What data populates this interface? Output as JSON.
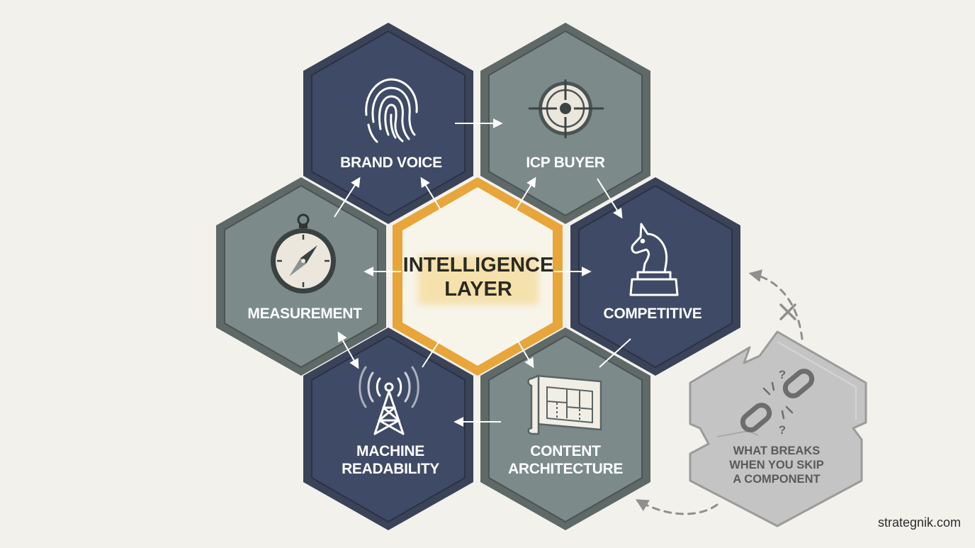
{
  "center": {
    "line1": "INTELLIGENCE",
    "line2": "LAYER"
  },
  "nodes": {
    "brand_voice": {
      "label": "BRAND VOICE",
      "icon": "fingerprint-icon"
    },
    "icp_buyer": {
      "label": "ICP BUYER",
      "icon": "target-crosshair-icon"
    },
    "competitive": {
      "label": "COMPETITIVE",
      "icon": "chess-knight-icon"
    },
    "content_architecture": {
      "line1": "CONTENT",
      "line2": "ARCHITECTURE",
      "icon": "blueprint-icon"
    },
    "machine_readability": {
      "line1": "MACHINE",
      "line2": "READABILITY",
      "icon": "radio-tower-icon"
    },
    "measurement": {
      "label": "MEASUREMENT",
      "icon": "compass-icon"
    }
  },
  "broken_component": {
    "line1": "WHAT BREAKS",
    "line2": "WHEN YOU SKIP",
    "line3": "A COMPONENT",
    "icon": "broken-chain-icon",
    "marks": "?"
  },
  "footer": {
    "credit": "strategnik.com"
  },
  "colors": {
    "background": "#f2f1ec",
    "navy_fill": "#3f4a66",
    "slate_fill": "#7c8a8a",
    "outer_frame": "#596362",
    "center_border": "#e8a53a",
    "center_fill": "#f7f4ea",
    "broken_fill": "#c4c4c4",
    "arrow": "#ffffff",
    "dashed_arrow": "#8f8f8f"
  }
}
